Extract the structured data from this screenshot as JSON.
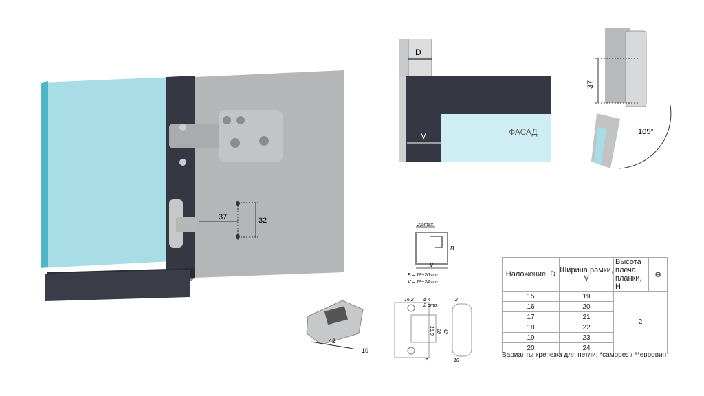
{
  "main_view": {
    "dim_horizontal": "37",
    "dim_vertical": "32"
  },
  "section_view": {
    "overlay_label": "D",
    "frame_label": "V",
    "facade_label": "ФАСАД"
  },
  "side_view": {
    "dim": "37",
    "angle": "105°"
  },
  "profile": {
    "top_dim": "2,5max",
    "height_label": "B",
    "width_label": "V",
    "formula_b": "B = 18÷20mm",
    "formula_v": "V = 19÷24mm"
  },
  "plate": {
    "length": "42",
    "height": "10"
  },
  "plate_drawing": {
    "d1": "16,2",
    "hole": "ø 4",
    "holes_count": "2 отв.",
    "d2": "16,8",
    "d3": "28",
    "d4": "7",
    "d5": "2",
    "d6": "42",
    "d7": "10"
  },
  "table": {
    "headers": [
      "Наложение, D",
      "Ширина рамки, V",
      "Высота плеча планки, H"
    ],
    "rows": [
      [
        "15",
        "19"
      ],
      [
        "16",
        "20"
      ],
      [
        "17",
        "21"
      ],
      [
        "18",
        "22"
      ],
      [
        "19",
        "23"
      ],
      [
        "20",
        "24"
      ]
    ],
    "h_value": "2"
  },
  "note": "Варианты крепежа для петли: *саморез / **евровинт"
}
